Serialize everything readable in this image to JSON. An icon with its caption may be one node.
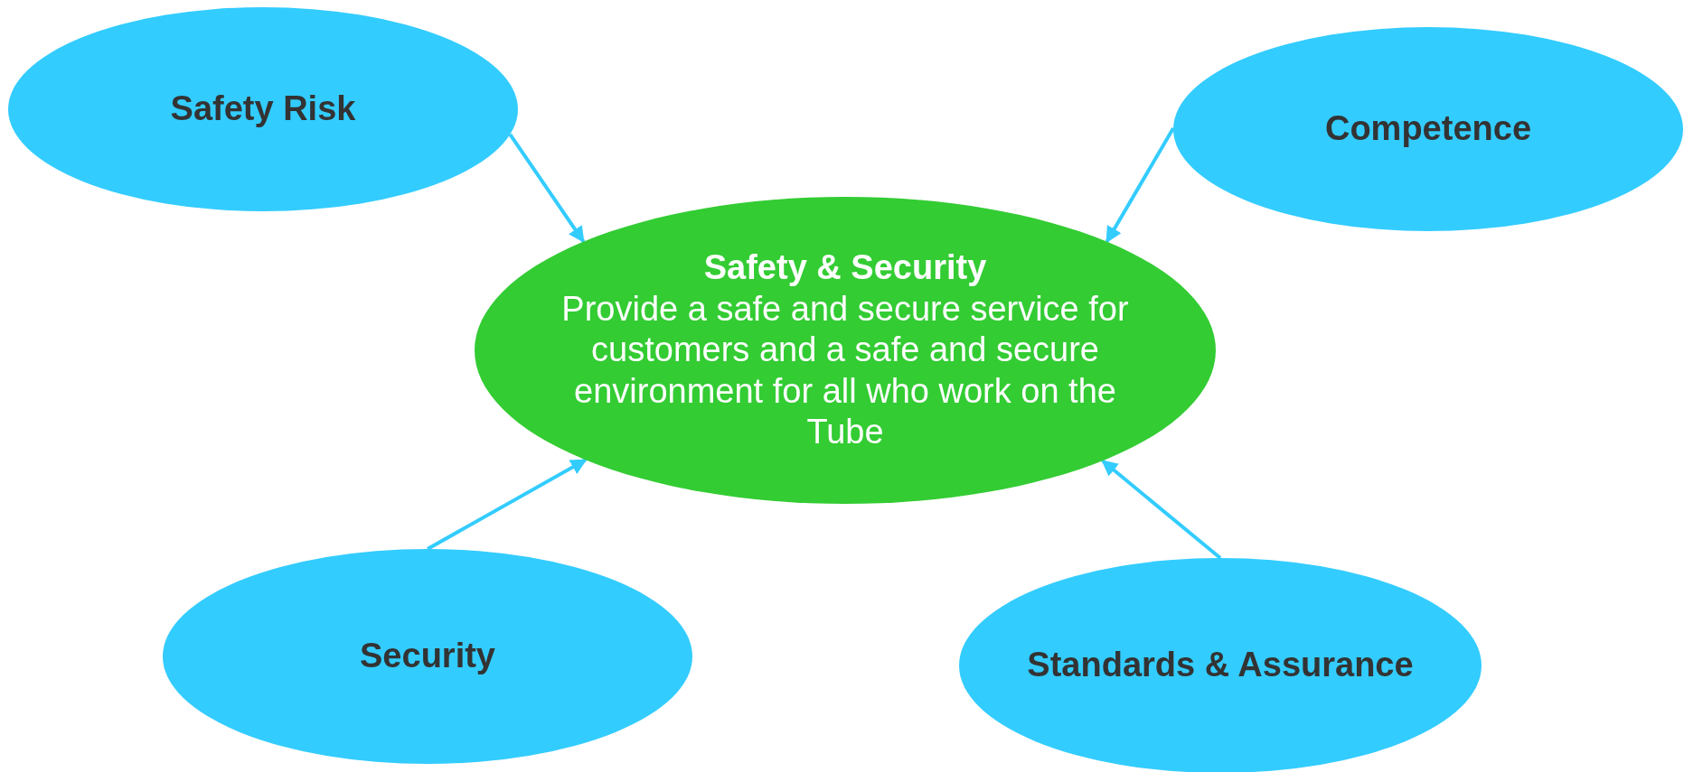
{
  "diagram": {
    "nodes": [
      {
        "text": [
          "Safety Risk"
        ]
      },
      {
        "text": [
          "Competence"
        ]
      },
      {
        "text": [
          "Safety & Security",
          "Provide a safe and secure service for customers and a safe and secure environment for all who work on the Tube"
        ]
      },
      {
        "text": [
          "Security"
        ]
      },
      {
        "text": [
          "Standards & Assurance"
        ]
      }
    ],
    "edges": [
      {
        "from": 0,
        "to": 2,
        "arrow": "to"
      },
      {
        "from": 1,
        "to": 2,
        "arrow": "to"
      },
      {
        "from": 3,
        "to": 2,
        "arrow": "to"
      },
      {
        "from": 4,
        "to": 2,
        "arrow": "to"
      }
    ]
  }
}
